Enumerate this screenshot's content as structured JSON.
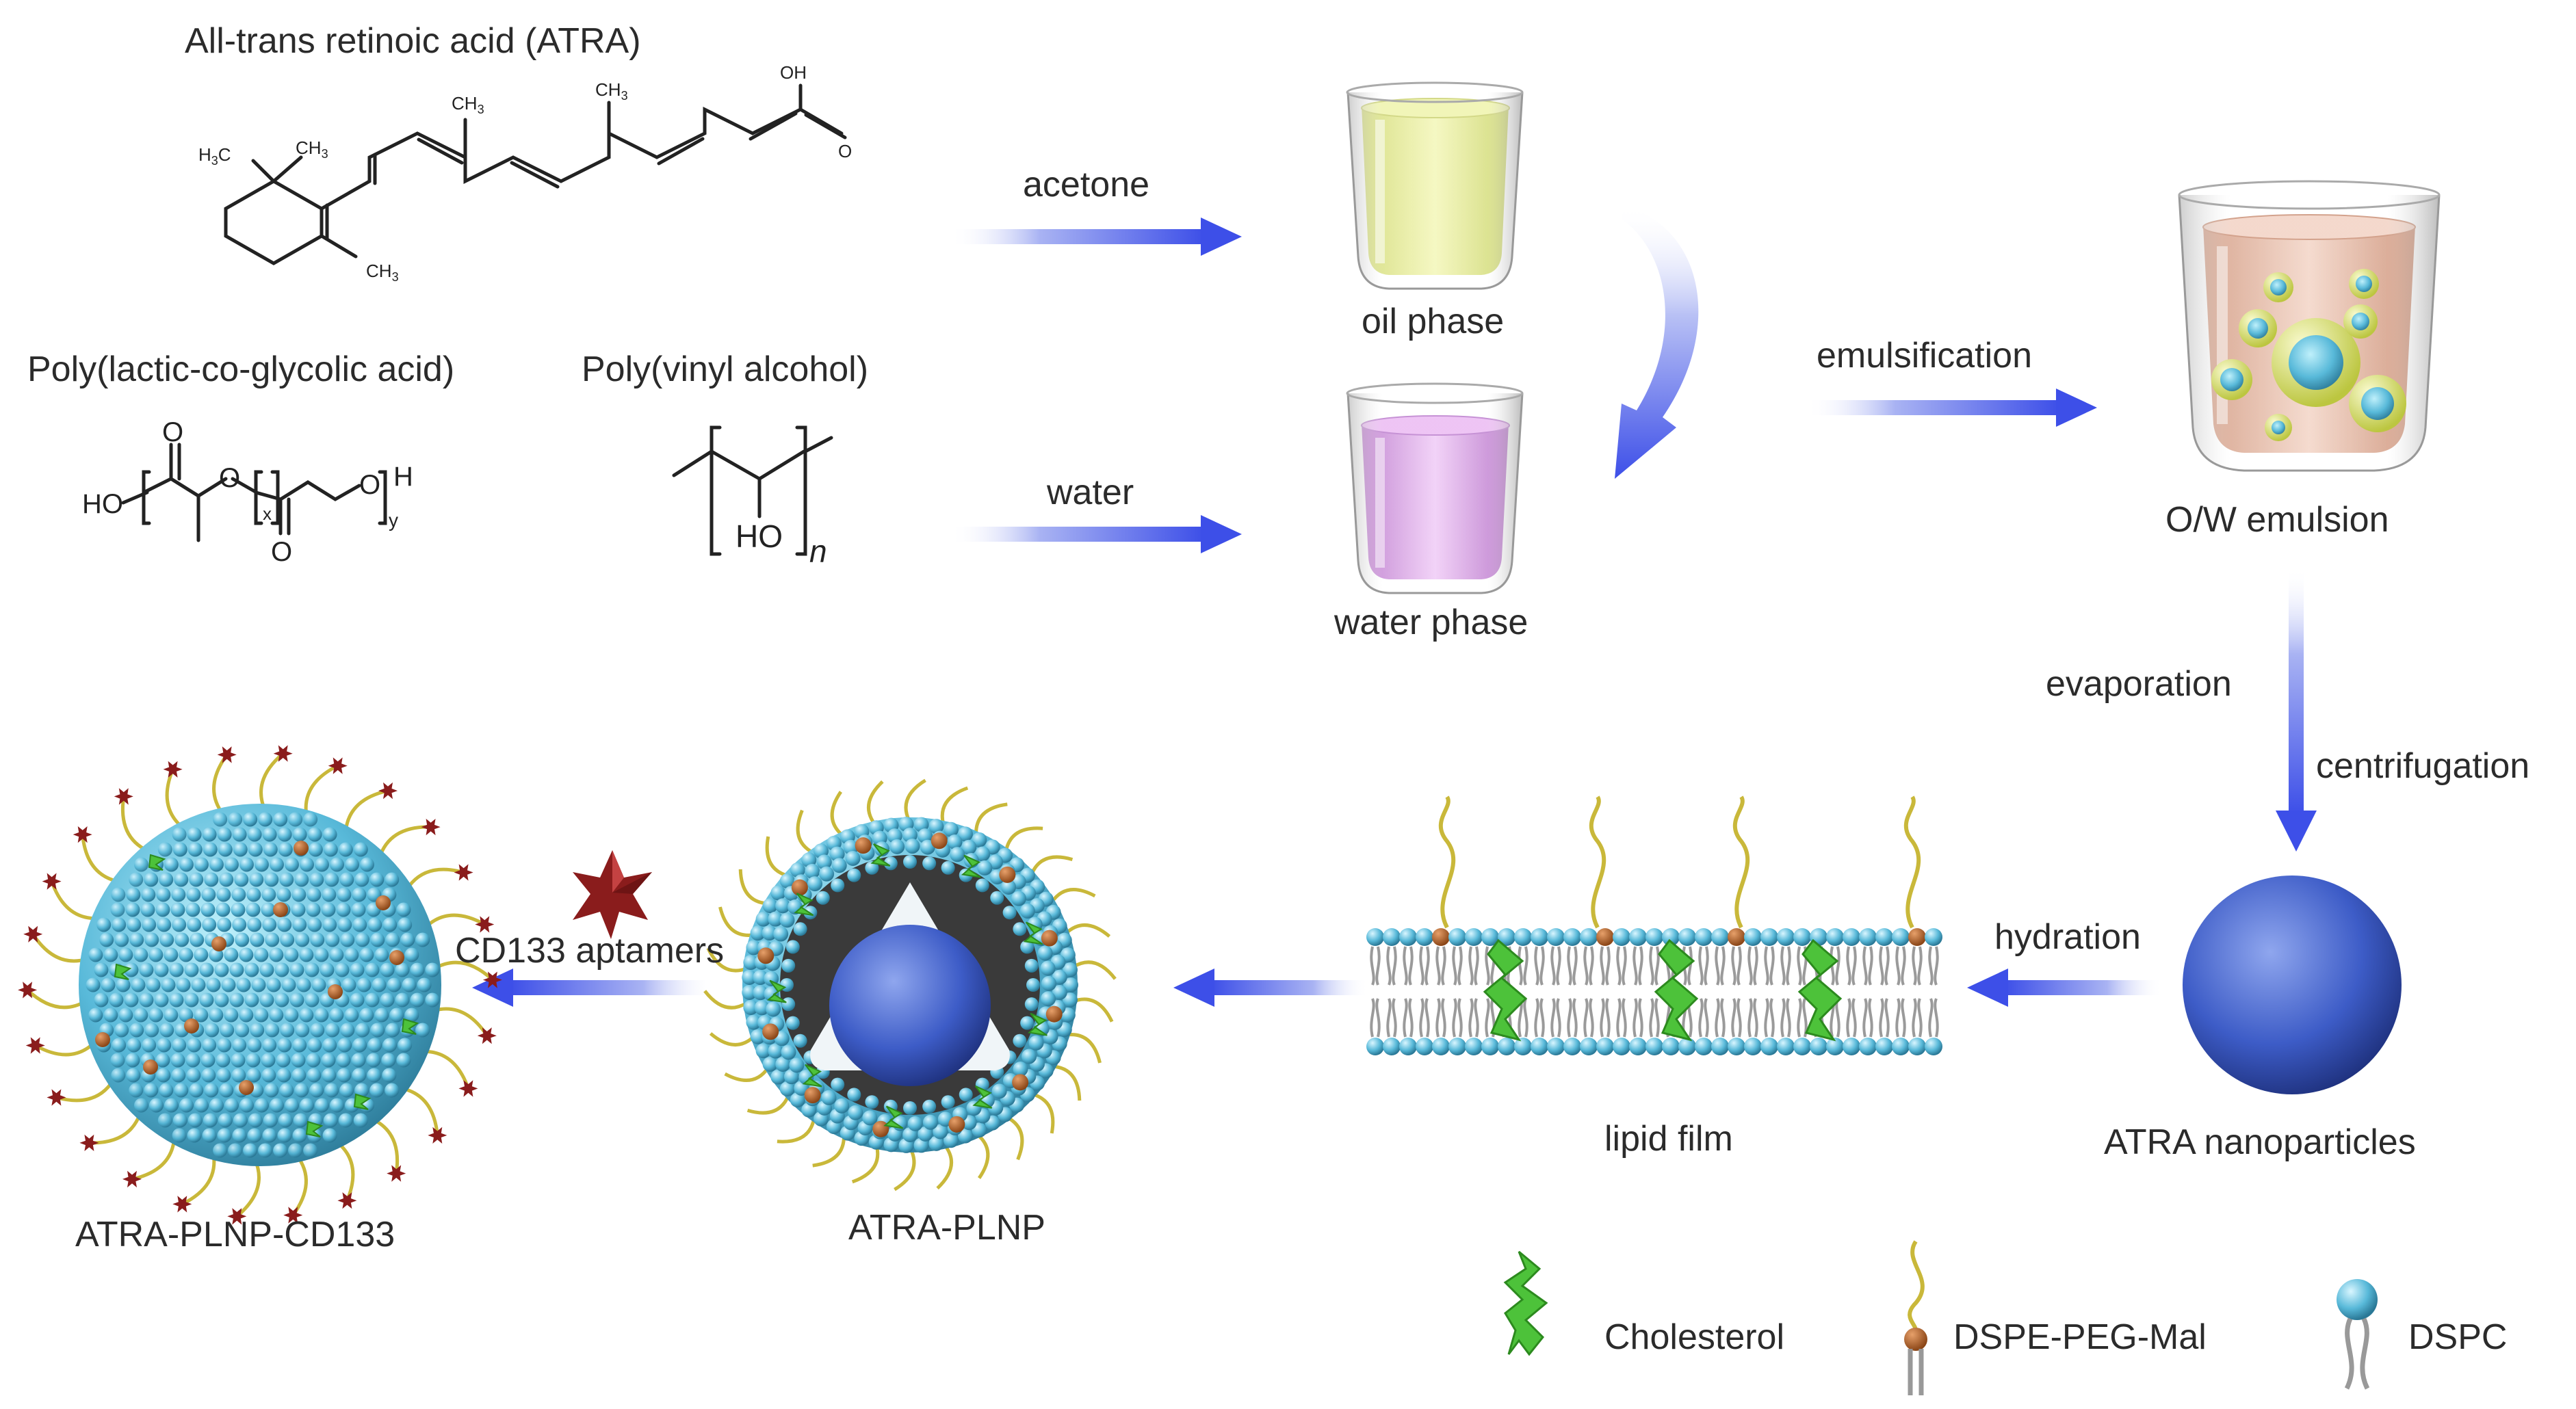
{
  "labels": {
    "atra_title": "All-trans retinoic acid (ATRA)",
    "plga_title": "Poly(lactic-co-glycolic acid)",
    "pva_title": "Poly(vinyl alcohol)",
    "acetone": "acetone",
    "water": "water",
    "oil_phase": "oil phase",
    "water_phase": "water phase",
    "emulsification": "emulsification",
    "ow_emulsion": "O/W emulsion",
    "evaporation": "evaporation",
    "centrifugation": "centrifugation",
    "hydration": "hydration",
    "atra_nanoparticles": "ATRA nanoparticles",
    "lipid_film": "lipid film",
    "atra_plnp": "ATRA-PLNP",
    "cd133_aptamers": "CD133 aptamers",
    "atra_plnp_cd133": "ATRA-PLNP-CD133"
  },
  "legend": {
    "cholesterol": "Cholesterol",
    "dspe_peg_mal": "DSPE-PEG-Mal",
    "dspc": "DSPC"
  },
  "chem": {
    "ch3": "CH",
    "sub3": "3",
    "oh": "OH",
    "h3c": "H",
    "c": "C",
    "ho": "HO",
    "o": "O",
    "h": "H",
    "x": "x",
    "y": "y",
    "n": "n"
  },
  "colors": {
    "arrow": "#4a5cf0",
    "lipid_head": "#5bb8d8",
    "core": "#3f5fc4",
    "oil": "#e6ec8e",
    "water_phase": "#d89ae6",
    "emulsion": "#e9b6a0",
    "aptamer": "#8a1c1c",
    "cholesterol": "#4dc23a",
    "peg": "#c9b83a"
  }
}
